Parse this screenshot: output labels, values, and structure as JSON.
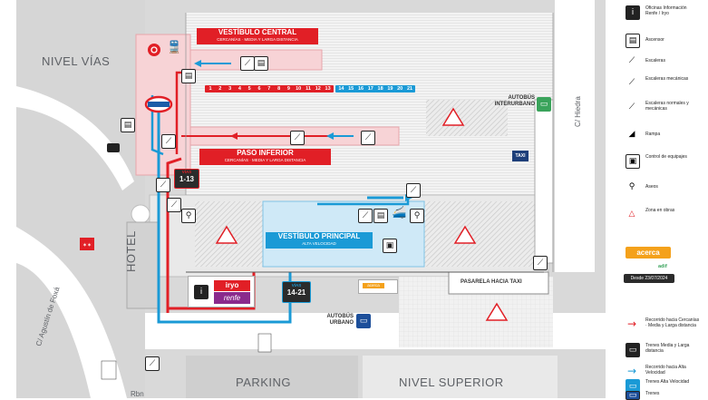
{
  "areas": {
    "nivel_vias": "NIVEL VÍAS",
    "hotel": "HOTEL",
    "parking": "PARKING",
    "nivel_superior": "NIVEL SUPERIOR",
    "street_hiedra": "C/ Hiedra",
    "street_agustin": "C/ Agustín de Foxá",
    "bottom_cut": "Rbn"
  },
  "vestibulo_central": {
    "title": "VESTÍBULO CENTRAL",
    "subtitle": "CERCANÍAS · MEDIA Y LARGA DISTANCIA"
  },
  "paso_inferior": {
    "title": "PASO INFERIOR",
    "subtitle": "CERCANÍAS · MEDIA Y LARGA DISTANCIA"
  },
  "vestibulo_principal": {
    "title": "VESTÍBULO PRINCIPAL",
    "subtitle": "ALTA VELOCIDAD"
  },
  "vias_red": {
    "label": "VÍAS",
    "range": "1-13"
  },
  "vias_blue": {
    "label": "VÍAS",
    "range": "14-21"
  },
  "platforms": {
    "red": [
      "1",
      "2",
      "3",
      "4",
      "5",
      "6",
      "7",
      "8",
      "9",
      "10",
      "11",
      "12",
      "13"
    ],
    "blue": [
      "14",
      "15",
      "16",
      "17",
      "18",
      "19",
      "20",
      "21"
    ]
  },
  "autobus_interurbano": "AUTOBÚS INTERURBANO",
  "autobus_urbano": "AUTOBÚS URBANO",
  "taxi": "TAXI",
  "pasarela": "PASARELA HACIA TAXI",
  "brands": {
    "iryo": "iryo",
    "renfe": "renfe",
    "acerca": "acerca"
  },
  "legend": {
    "items": [
      {
        "icon": "info-icon",
        "label": "Oficinas Información Renfe / Iryo"
      },
      {
        "icon": "elevator-icon",
        "label": "Ascensor"
      },
      {
        "icon": "stairs-icon",
        "label": "Escaleras"
      },
      {
        "icon": "escalator-icon",
        "label": "Escaleras mecánicas"
      },
      {
        "icon": "stairs-escalator-icon",
        "label": "Escaleras normales y mecánicas"
      },
      {
        "icon": "ramp-icon",
        "label": "Rampa"
      },
      {
        "icon": "luggage-check-icon",
        "label": "Control de equipajes"
      },
      {
        "icon": "toilets-icon",
        "label": "Aseos"
      },
      {
        "icon": "works-icon",
        "label": "Zona en obras"
      }
    ],
    "acerca_label": "acerca",
    "acerca_date": "Desde 23/07/2024",
    "adif": "adif",
    "routes": [
      {
        "icon": "red-arrow-icon",
        "label": "Recorrido hacia Cercanías · Media y Larga distancia"
      },
      {
        "icon": "train-icon",
        "label": "Trenes Media y Larga distancia"
      },
      {
        "icon": "blue-arrow-icon",
        "label": "Recorrido hacia Alta Velocidad"
      },
      {
        "icon": "high-speed-train-icon",
        "label": "Trenes Alta Velocidad"
      },
      {
        "icon": "train-icon",
        "label": "Trenes"
      }
    ]
  },
  "colors": {
    "red": "#e11f26",
    "blue": "#1a9ad6",
    "dark": "#2b2b2b",
    "grey": "#e7e7e7",
    "pinkfill": "#f7d3d6",
    "bluefill": "#cfe9f7"
  }
}
